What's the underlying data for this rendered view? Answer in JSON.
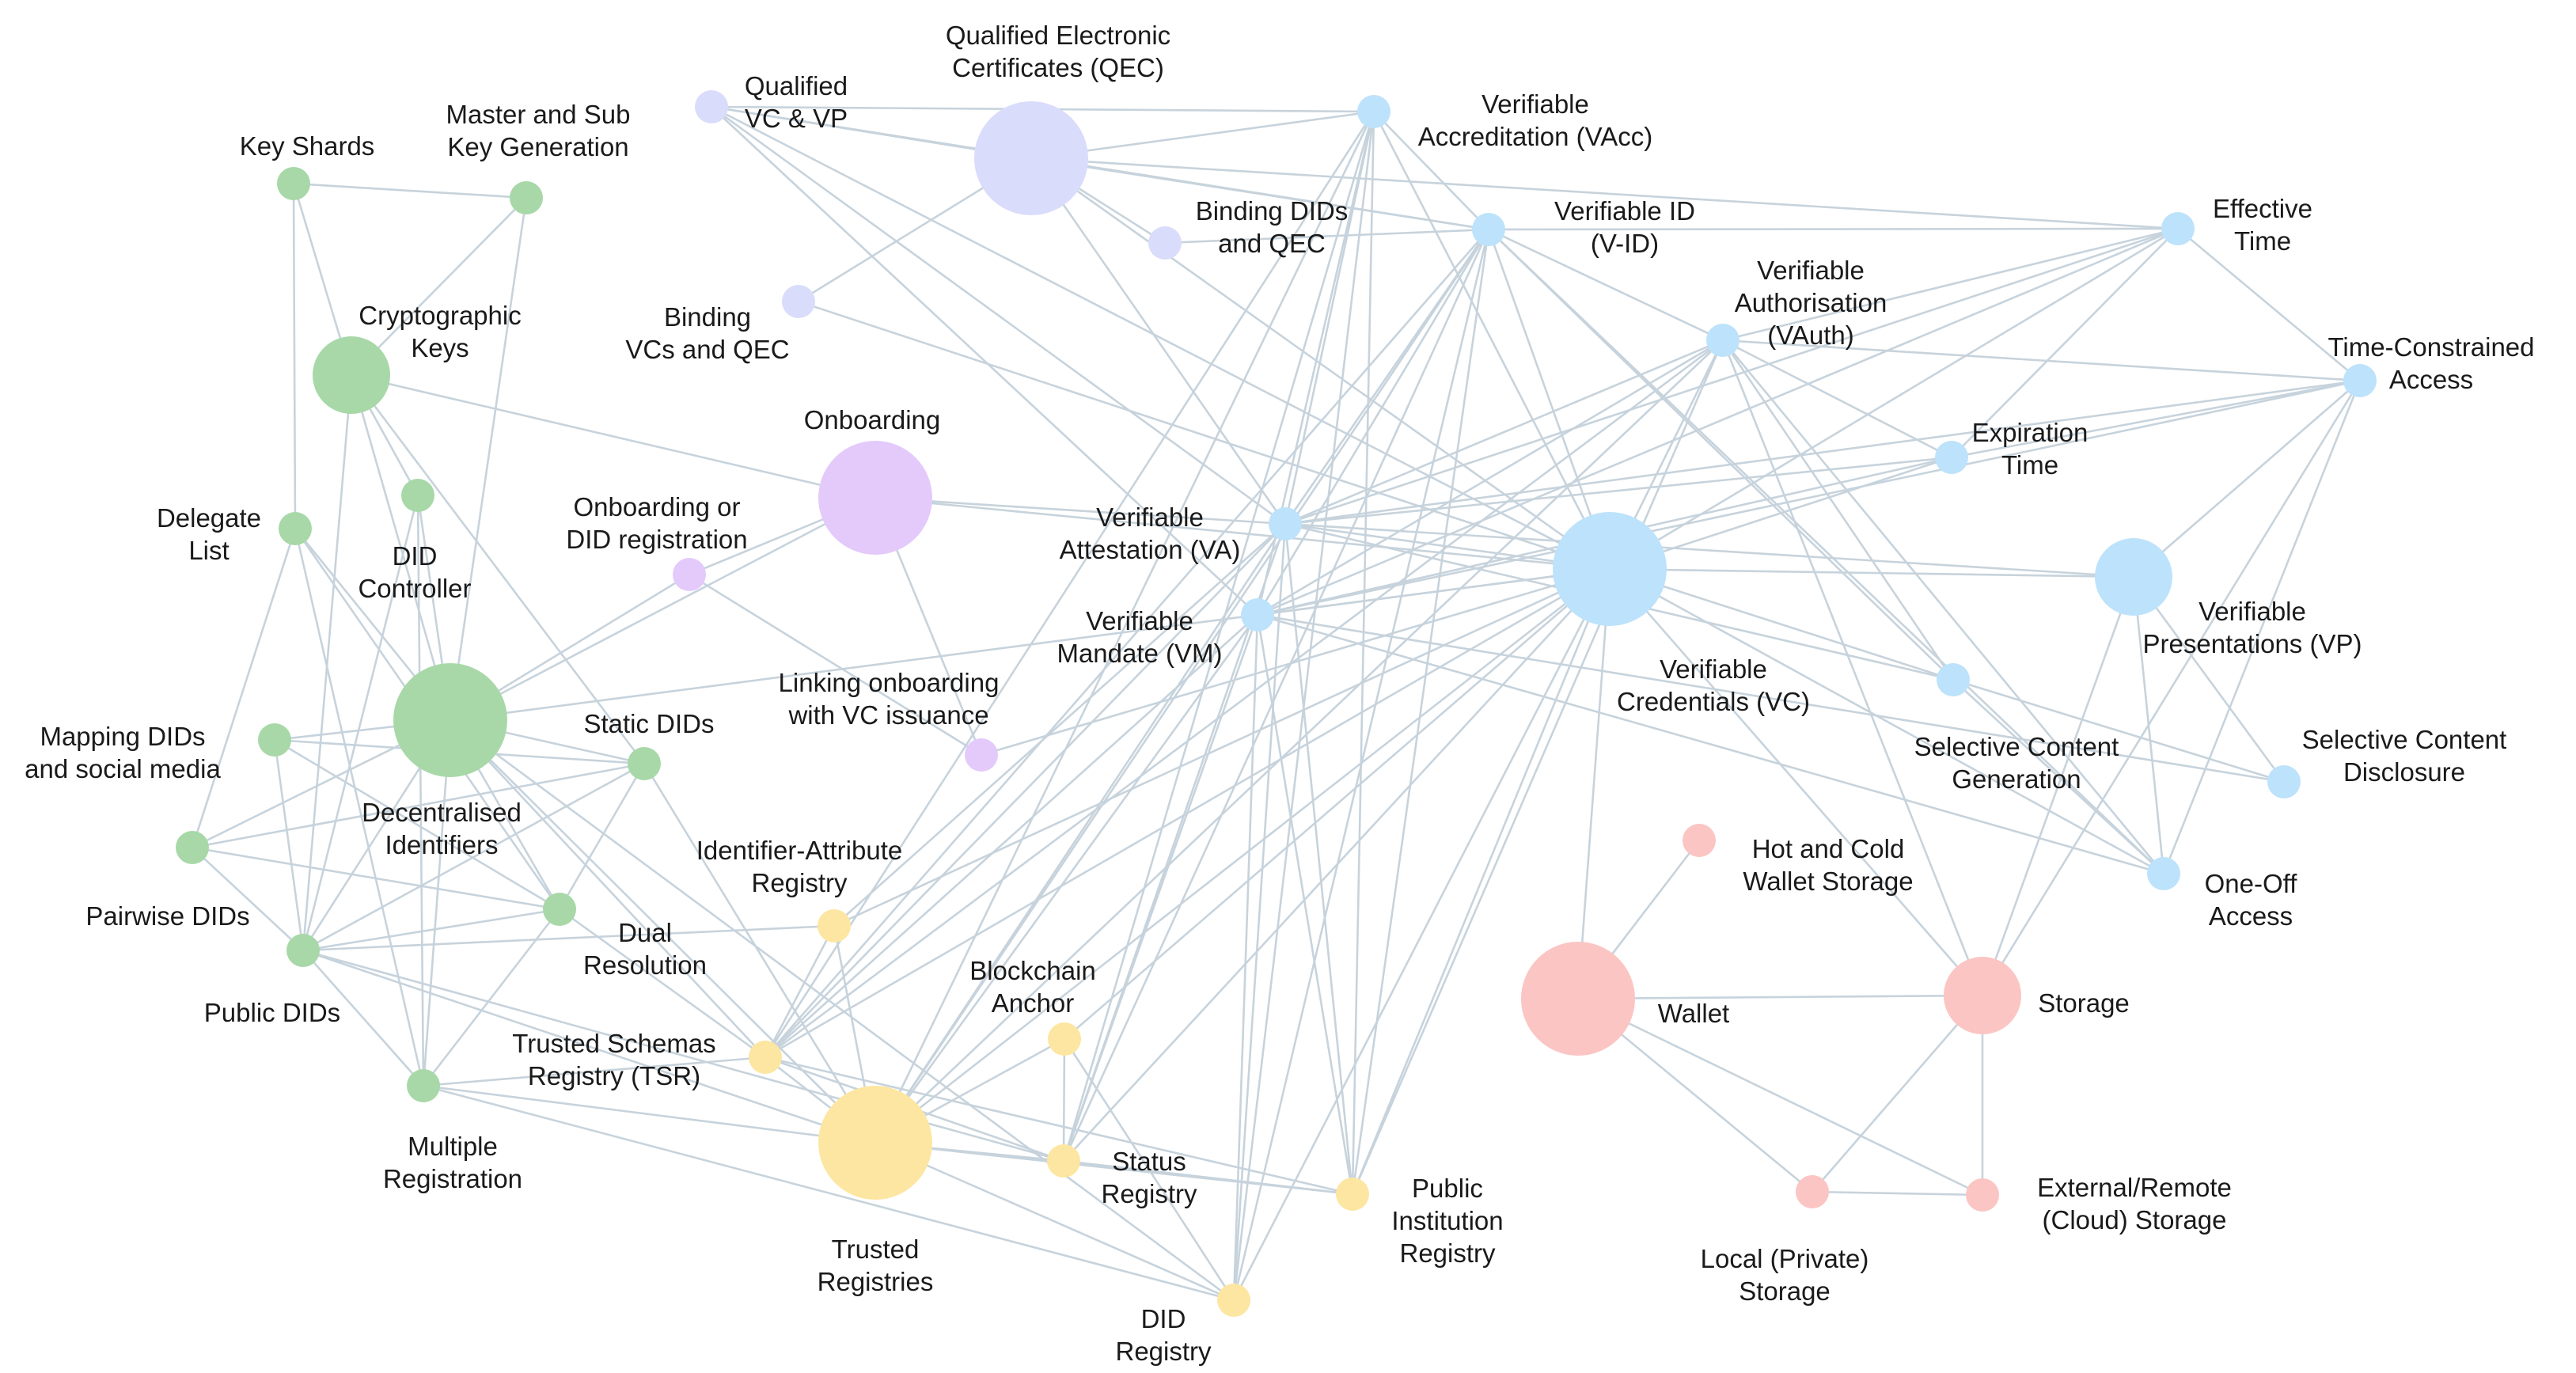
{
  "colors": {
    "edge": "#c7d3dc",
    "green": "#a8d8a8",
    "lavender": "#dadcfb",
    "purple": "#e3cafb",
    "blue": "#bde2fb",
    "yellow": "#fde6a1",
    "pink": "#fbc5c3"
  },
  "nodes": [
    {
      "id": "key-shards",
      "lines": [
        "Key Shards"
      ],
      "group": "green",
      "size": "s"
    },
    {
      "id": "master-sub-key",
      "lines": [
        "Master and Sub",
        "Key Generation"
      ],
      "group": "green",
      "size": "s"
    },
    {
      "id": "cryptographic-keys",
      "lines": [
        "Cryptographic",
        "Keys"
      ],
      "group": "green",
      "size": "m"
    },
    {
      "id": "delegate-list",
      "lines": [
        "Delegate",
        "List"
      ],
      "group": "green",
      "size": "s"
    },
    {
      "id": "did-controller",
      "lines": [
        "DID",
        "Controller"
      ],
      "group": "green",
      "size": "s"
    },
    {
      "id": "decentralised-identifiers",
      "lines": [
        "Decentralised",
        "Identifiers"
      ],
      "group": "green",
      "size": "l"
    },
    {
      "id": "mapping-dids",
      "lines": [
        "Mapping DIDs",
        "and social media"
      ],
      "group": "green",
      "size": "s"
    },
    {
      "id": "static-dids",
      "lines": [
        "Static DIDs"
      ],
      "group": "green",
      "size": "s"
    },
    {
      "id": "pairwise-dids",
      "lines": [
        "Pairwise DIDs"
      ],
      "group": "green",
      "size": "s"
    },
    {
      "id": "dual-resolution",
      "lines": [
        "Dual",
        "Resolution"
      ],
      "group": "green",
      "size": "s"
    },
    {
      "id": "public-dids",
      "lines": [
        "Public DIDs"
      ],
      "group": "green",
      "size": "s"
    },
    {
      "id": "multiple-registration",
      "lines": [
        "Multiple",
        "Registration"
      ],
      "group": "green",
      "size": "s"
    },
    {
      "id": "qualified-vc-vp",
      "lines": [
        "Qualified",
        "VC & VP"
      ],
      "group": "lavender",
      "size": "s"
    },
    {
      "id": "qec",
      "lines": [
        "Qualified Electronic",
        "Certificates (QEC)"
      ],
      "group": "lavender",
      "size": "l"
    },
    {
      "id": "binding-dids-qec",
      "lines": [
        "Binding DIDs",
        "and QEC"
      ],
      "group": "lavender",
      "size": "s"
    },
    {
      "id": "binding-vcs-qec",
      "lines": [
        "Binding",
        "VCs and QEC"
      ],
      "group": "lavender",
      "size": "s"
    },
    {
      "id": "onboarding",
      "lines": [
        "Onboarding"
      ],
      "group": "purple",
      "size": "l"
    },
    {
      "id": "onboarding-did-registration",
      "lines": [
        "Onboarding or",
        "DID registration"
      ],
      "group": "purple",
      "size": "s"
    },
    {
      "id": "linking-onboarding",
      "lines": [
        "Linking onboarding",
        "with VC issuance"
      ],
      "group": "purple",
      "size": "s"
    },
    {
      "id": "vacc",
      "lines": [
        "Verifiable",
        "Accreditation (VAcc)"
      ],
      "group": "blue",
      "size": "s"
    },
    {
      "id": "v-id",
      "lines": [
        "Verifiable ID",
        "(V-ID)"
      ],
      "group": "blue",
      "size": "s"
    },
    {
      "id": "vauth",
      "lines": [
        "Verifiable",
        "Authorisation",
        "(VAuth)"
      ],
      "group": "blue",
      "size": "s"
    },
    {
      "id": "effective-time",
      "lines": [
        "Effective",
        "Time"
      ],
      "group": "blue",
      "size": "s"
    },
    {
      "id": "time-constrained",
      "lines": [
        "Time-Constrained",
        "Access"
      ],
      "group": "blue",
      "size": "s"
    },
    {
      "id": "expiration-time",
      "lines": [
        "Expiration",
        "Time"
      ],
      "group": "blue",
      "size": "s"
    },
    {
      "id": "va",
      "lines": [
        "Verifiable",
        "Attestation (VA)"
      ],
      "group": "blue",
      "size": "s"
    },
    {
      "id": "vm",
      "lines": [
        "Verifiable",
        "Mandate (VM)"
      ],
      "group": "blue",
      "size": "s"
    },
    {
      "id": "vc",
      "lines": [
        "Verifiable",
        "Credentials (VC)"
      ],
      "group": "blue",
      "size": "l"
    },
    {
      "id": "vp",
      "lines": [
        "Verifiable",
        "Presentations (VP)"
      ],
      "group": "blue",
      "size": "m"
    },
    {
      "id": "selective-generation",
      "lines": [
        "Selective Content",
        "Generation"
      ],
      "group": "blue",
      "size": "s"
    },
    {
      "id": "selective-disclosure",
      "lines": [
        "Selective Content",
        "Disclosure"
      ],
      "group": "blue",
      "size": "s"
    },
    {
      "id": "one-off-access",
      "lines": [
        "One-Off",
        "Access"
      ],
      "group": "blue",
      "size": "s"
    },
    {
      "id": "identifier-attribute-registry",
      "lines": [
        "Identifier-Attribute",
        "Registry"
      ],
      "group": "yellow",
      "size": "s"
    },
    {
      "id": "blockchain-anchor",
      "lines": [
        "Blockchain",
        "Anchor"
      ],
      "group": "yellow",
      "size": "s"
    },
    {
      "id": "tsr",
      "lines": [
        "Trusted Schemas",
        "Registry (TSR)"
      ],
      "group": "yellow",
      "size": "s"
    },
    {
      "id": "trusted-registries",
      "lines": [
        "Trusted",
        "Registries"
      ],
      "group": "yellow",
      "size": "l"
    },
    {
      "id": "status-registry",
      "lines": [
        "Status",
        "Registry"
      ],
      "group": "yellow",
      "size": "s"
    },
    {
      "id": "public-institution-registry",
      "lines": [
        "Public",
        "Institution",
        "Registry"
      ],
      "group": "yellow",
      "size": "s"
    },
    {
      "id": "did-registry",
      "lines": [
        "DID",
        "Registry"
      ],
      "group": "yellow",
      "size": "s"
    },
    {
      "id": "hot-cold-wallet",
      "lines": [
        "Hot and Cold",
        "Wallet Storage"
      ],
      "group": "pink",
      "size": "s"
    },
    {
      "id": "wallet",
      "lines": [
        "Wallet"
      ],
      "group": "pink",
      "size": "l"
    },
    {
      "id": "storage",
      "lines": [
        "Storage"
      ],
      "group": "pink",
      "size": "m"
    },
    {
      "id": "local-storage",
      "lines": [
        "Local (Private)",
        "Storage"
      ],
      "group": "pink",
      "size": "s"
    },
    {
      "id": "external-storage",
      "lines": [
        "External/Remote",
        "(Cloud) Storage"
      ],
      "group": "pink",
      "size": "s"
    }
  ],
  "edges": [
    [
      "key-shards",
      "master-sub-key"
    ],
    [
      "key-shards",
      "cryptographic-keys"
    ],
    [
      "key-shards",
      "delegate-list"
    ],
    [
      "master-sub-key",
      "cryptographic-keys"
    ],
    [
      "master-sub-key",
      "decentralised-identifiers"
    ],
    [
      "cryptographic-keys",
      "onboarding"
    ],
    [
      "cryptographic-keys",
      "did-controller"
    ],
    [
      "cryptographic-keys",
      "decentralised-identifiers"
    ],
    [
      "cryptographic-keys",
      "static-dids"
    ],
    [
      "cryptographic-keys",
      "public-dids"
    ],
    [
      "delegate-list",
      "decentralised-identifiers"
    ],
    [
      "delegate-list",
      "pairwise-dids"
    ],
    [
      "delegate-list",
      "multiple-registration"
    ],
    [
      "delegate-list",
      "dual-resolution"
    ],
    [
      "did-controller",
      "decentralised-identifiers"
    ],
    [
      "did-controller",
      "multiple-registration"
    ],
    [
      "did-controller",
      "public-dids"
    ],
    [
      "decentralised-identifiers",
      "mapping-dids"
    ],
    [
      "decentralised-identifiers",
      "static-dids"
    ],
    [
      "decentralised-identifiers",
      "pairwise-dids"
    ],
    [
      "decentralised-identifiers",
      "dual-resolution"
    ],
    [
      "decentralised-identifiers",
      "public-dids"
    ],
    [
      "decentralised-identifiers",
      "multiple-registration"
    ],
    [
      "decentralised-identifiers",
      "onboarding"
    ],
    [
      "decentralised-identifiers",
      "onboarding-did-registration"
    ],
    [
      "decentralised-identifiers",
      "trusted-registries"
    ],
    [
      "decentralised-identifiers",
      "tsr"
    ],
    [
      "decentralised-identifiers",
      "did-registry"
    ],
    [
      "decentralised-identifiers",
      "vc"
    ],
    [
      "mapping-dids",
      "public-dids"
    ],
    [
      "mapping-dids",
      "dual-resolution"
    ],
    [
      "mapping-dids",
      "static-dids"
    ],
    [
      "static-dids",
      "pairwise-dids"
    ],
    [
      "static-dids",
      "public-dids"
    ],
    [
      "static-dids",
      "dual-resolution"
    ],
    [
      "static-dids",
      "trusted-registries"
    ],
    [
      "pairwise-dids",
      "public-dids"
    ],
    [
      "pairwise-dids",
      "dual-resolution"
    ],
    [
      "dual-resolution",
      "public-dids"
    ],
    [
      "dual-resolution",
      "tsr"
    ],
    [
      "dual-resolution",
      "multiple-registration"
    ],
    [
      "public-dids",
      "multiple-registration"
    ],
    [
      "public-dids",
      "identifier-attribute-registry"
    ],
    [
      "public-dids",
      "trusted-registries"
    ],
    [
      "public-dids",
      "status-registry"
    ],
    [
      "multiple-registration",
      "trusted-registries"
    ],
    [
      "multiple-registration",
      "tsr"
    ],
    [
      "multiple-registration",
      "did-registry"
    ],
    [
      "qualified-vc-vp",
      "qec"
    ],
    [
      "qualified-vc-vp",
      "vacc"
    ],
    [
      "qualified-vc-vp",
      "v-id"
    ],
    [
      "qualified-vc-vp",
      "va"
    ],
    [
      "qualified-vc-vp",
      "vm"
    ],
    [
      "qualified-vc-vp",
      "vc"
    ],
    [
      "qec",
      "binding-dids-qec"
    ],
    [
      "qec",
      "binding-vcs-qec"
    ],
    [
      "qec",
      "vacc"
    ],
    [
      "qec",
      "v-id"
    ],
    [
      "qec",
      "vc"
    ],
    [
      "qec",
      "va"
    ],
    [
      "qec",
      "effective-time"
    ],
    [
      "binding-vcs-qec",
      "vc"
    ],
    [
      "binding-dids-qec",
      "v-id"
    ],
    [
      "onboarding",
      "onboarding-did-registration"
    ],
    [
      "onboarding",
      "linking-onboarding"
    ],
    [
      "onboarding",
      "va"
    ],
    [
      "onboarding",
      "vc"
    ],
    [
      "onboarding-did-registration",
      "linking-onboarding"
    ],
    [
      "linking-onboarding",
      "vc"
    ],
    [
      "vacc",
      "v-id"
    ],
    [
      "vacc",
      "va"
    ],
    [
      "vacc",
      "vm"
    ],
    [
      "vacc",
      "tsr"
    ],
    [
      "vacc",
      "trusted-registries"
    ],
    [
      "vacc",
      "status-registry"
    ],
    [
      "vacc",
      "public-institution-registry"
    ],
    [
      "vacc",
      "did-registry"
    ],
    [
      "vacc",
      "vc"
    ],
    [
      "v-id",
      "vauth"
    ],
    [
      "v-id",
      "effective-time"
    ],
    [
      "v-id",
      "va"
    ],
    [
      "v-id",
      "vm"
    ],
    [
      "v-id",
      "vc"
    ],
    [
      "v-id",
      "tsr"
    ],
    [
      "v-id",
      "trusted-registries"
    ],
    [
      "v-id",
      "status-registry"
    ],
    [
      "v-id",
      "public-institution-registry"
    ],
    [
      "v-id",
      "did-registry"
    ],
    [
      "v-id",
      "selective-generation"
    ],
    [
      "v-id",
      "one-off-access"
    ],
    [
      "vauth",
      "effective-time"
    ],
    [
      "vauth",
      "time-constrained"
    ],
    [
      "vauth",
      "expiration-time"
    ],
    [
      "vauth",
      "va"
    ],
    [
      "vauth",
      "vm"
    ],
    [
      "vauth",
      "vc"
    ],
    [
      "vauth",
      "tsr"
    ],
    [
      "vauth",
      "trusted-registries"
    ],
    [
      "vauth",
      "public-institution-registry"
    ],
    [
      "vauth",
      "storage"
    ],
    [
      "vauth",
      "one-off-access"
    ],
    [
      "vauth",
      "selective-generation"
    ],
    [
      "effective-time",
      "time-constrained"
    ],
    [
      "effective-time",
      "expiration-time"
    ],
    [
      "effective-time",
      "va"
    ],
    [
      "effective-time",
      "vm"
    ],
    [
      "effective-time",
      "vc"
    ],
    [
      "time-constrained",
      "expiration-time"
    ],
    [
      "time-constrained",
      "vp"
    ],
    [
      "time-constrained",
      "one-off-access"
    ],
    [
      "time-constrained",
      "va"
    ],
    [
      "time-constrained",
      "vm"
    ],
    [
      "time-constrained",
      "storage"
    ],
    [
      "expiration-time",
      "va"
    ],
    [
      "expiration-time",
      "vm"
    ],
    [
      "expiration-time",
      "vc"
    ],
    [
      "va",
      "vc"
    ],
    [
      "va",
      "vp"
    ],
    [
      "va",
      "tsr"
    ],
    [
      "va",
      "identifier-attribute-registry"
    ],
    [
      "va",
      "trusted-registries"
    ],
    [
      "va",
      "status-registry"
    ],
    [
      "va",
      "did-registry"
    ],
    [
      "va",
      "selective-generation"
    ],
    [
      "va",
      "public-institution-registry"
    ],
    [
      "vm",
      "vc"
    ],
    [
      "vm",
      "tsr"
    ],
    [
      "vm",
      "trusted-registries"
    ],
    [
      "vm",
      "status-registry"
    ],
    [
      "vm",
      "public-institution-registry"
    ],
    [
      "vm",
      "did-registry"
    ],
    [
      "vm",
      "one-off-access"
    ],
    [
      "vm",
      "selective-disclosure"
    ],
    [
      "vc",
      "vp"
    ],
    [
      "vc",
      "selective-generation"
    ],
    [
      "vc",
      "wallet"
    ],
    [
      "vc",
      "storage"
    ],
    [
      "vc",
      "trusted-registries"
    ],
    [
      "vc",
      "tsr"
    ],
    [
      "vc",
      "status-registry"
    ],
    [
      "vc",
      "public-institution-registry"
    ],
    [
      "vc",
      "did-registry"
    ],
    [
      "vc",
      "identifier-attribute-registry"
    ],
    [
      "vc",
      "one-off-access"
    ],
    [
      "vc",
      "blockchain-anchor"
    ],
    [
      "vp",
      "selective-disclosure"
    ],
    [
      "vp",
      "one-off-access"
    ],
    [
      "vp",
      "storage"
    ],
    [
      "selective-generation",
      "one-off-access"
    ],
    [
      "selective-generation",
      "selective-disclosure"
    ],
    [
      "hot-cold-wallet",
      "wallet"
    ],
    [
      "wallet",
      "storage"
    ],
    [
      "wallet",
      "local-storage"
    ],
    [
      "wallet",
      "external-storage"
    ],
    [
      "storage",
      "local-storage"
    ],
    [
      "storage",
      "external-storage"
    ],
    [
      "local-storage",
      "external-storage"
    ],
    [
      "identifier-attribute-registry",
      "trusted-registries"
    ],
    [
      "identifier-attribute-registry",
      "tsr"
    ],
    [
      "tsr",
      "trusted-registries"
    ],
    [
      "tsr",
      "status-registry"
    ],
    [
      "tsr",
      "public-institution-registry"
    ],
    [
      "trusted-registries",
      "status-registry"
    ],
    [
      "trusted-registries",
      "public-institution-registry"
    ],
    [
      "trusted-registries",
      "did-registry"
    ],
    [
      "trusted-registries",
      "blockchain-anchor"
    ],
    [
      "status-registry",
      "public-institution-registry"
    ],
    [
      "blockchain-anchor",
      "did-registry"
    ],
    [
      "blockchain-anchor",
      "status-registry"
    ]
  ]
}
